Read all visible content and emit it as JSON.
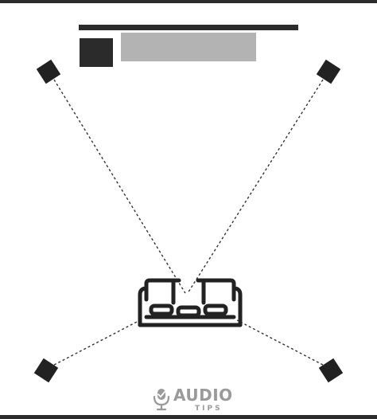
{
  "logo": {
    "name": "AUDIO",
    "tagline": "TIPS"
  },
  "colors": {
    "frame": "#2b2b2b",
    "screen": "#2b2b2b",
    "tv_panel": "#b3b3b3",
    "speaker": "#222222",
    "lines": "#333333",
    "logo": "#9a9a9a"
  },
  "diagram": {
    "speakers": [
      "front-left",
      "front-right",
      "rear-left",
      "rear-right"
    ],
    "line_style": "dashed"
  }
}
